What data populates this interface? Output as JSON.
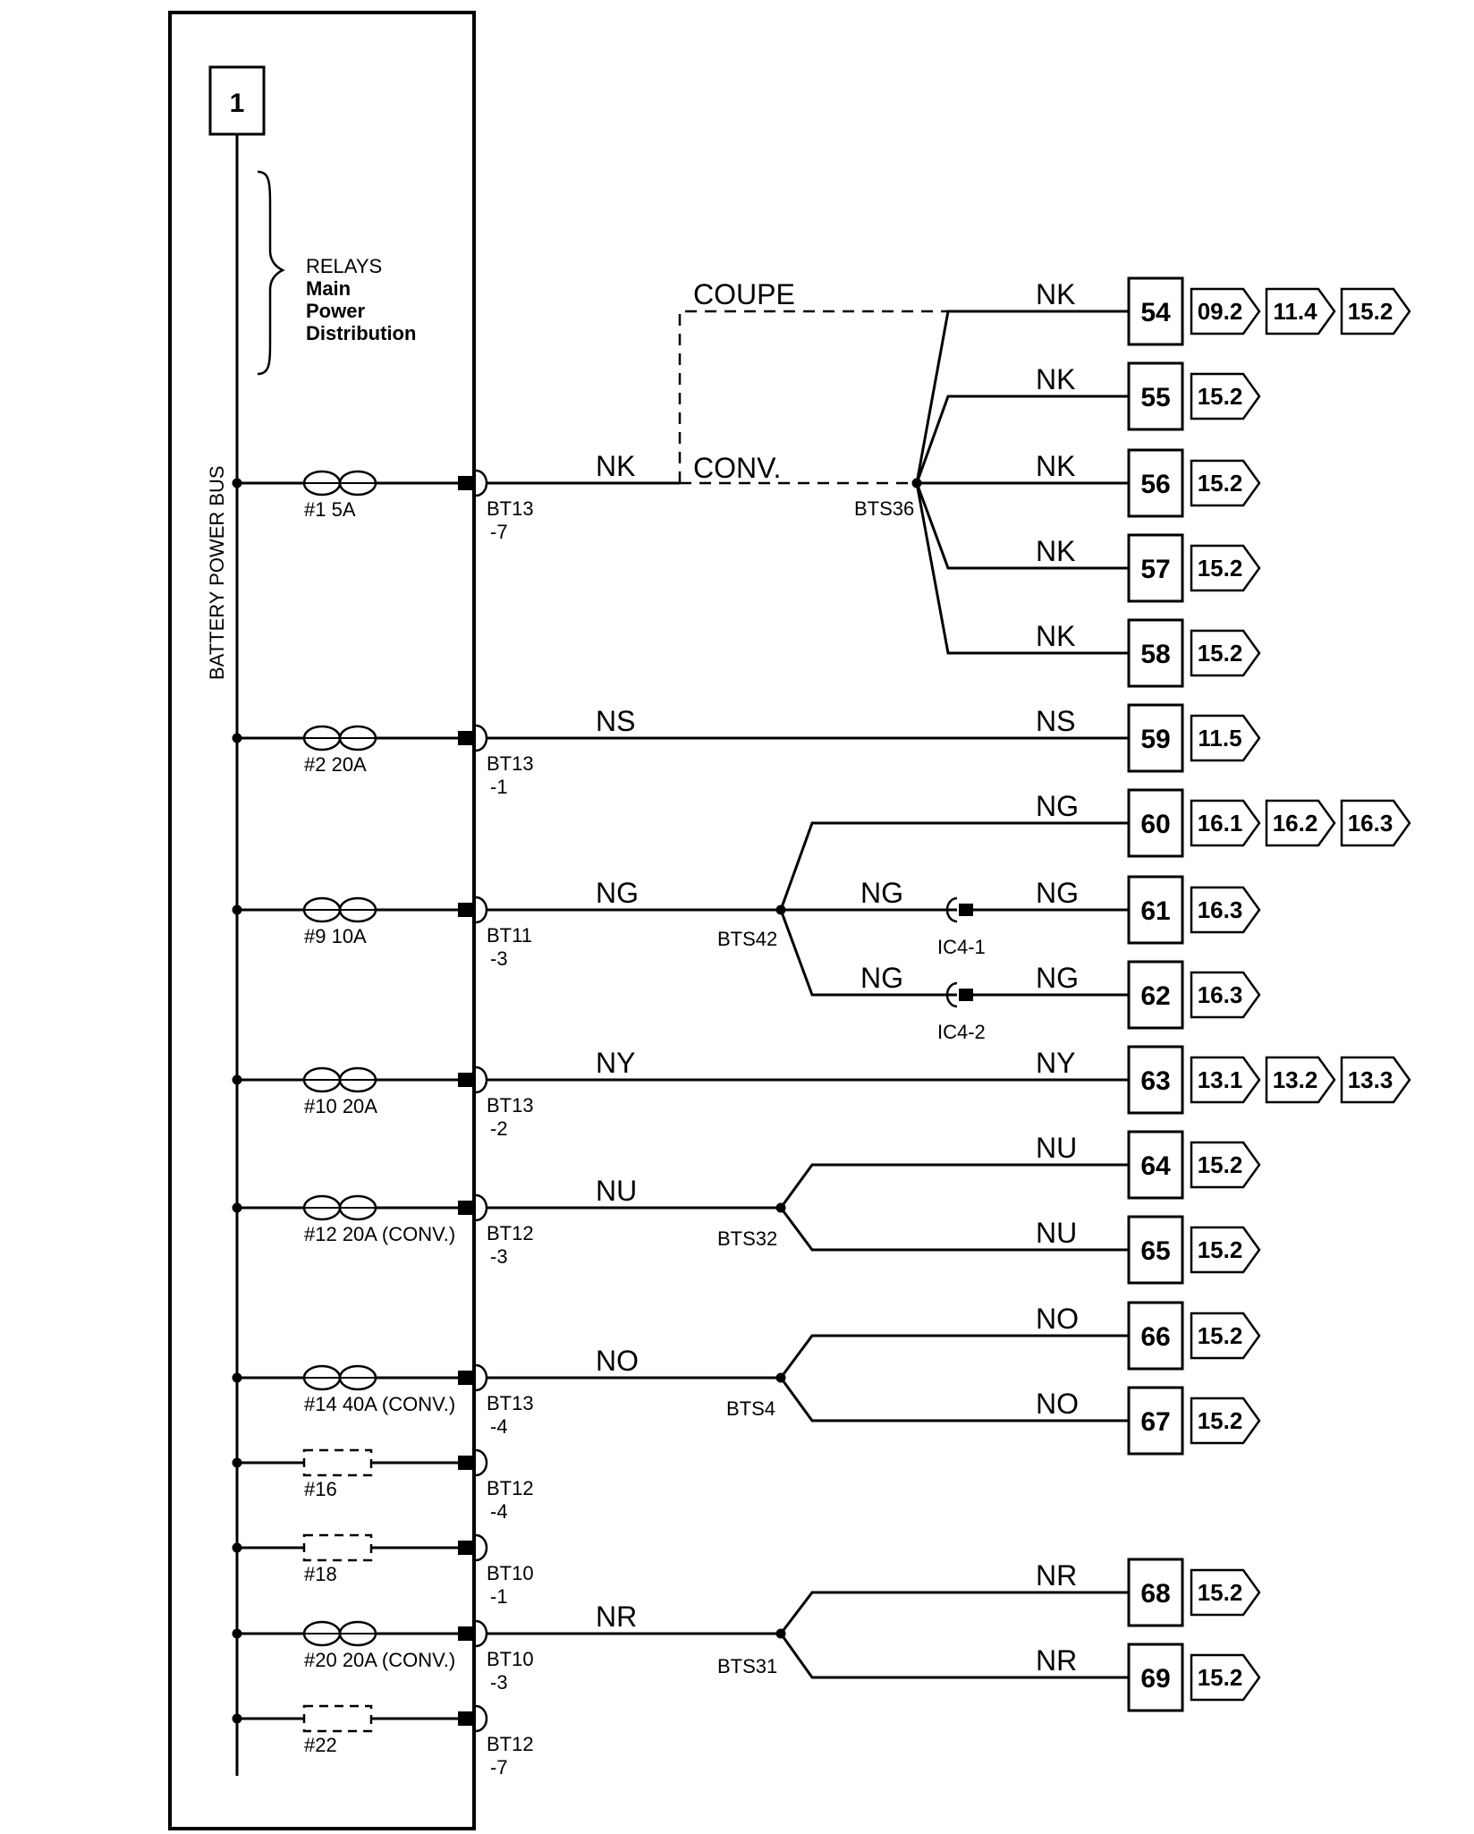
{
  "bus": {
    "box_number": "1",
    "label": "BATTERY POWER BUS",
    "relays": [
      "RELAYS",
      "Main",
      "Power",
      "Distribution"
    ]
  },
  "variants": {
    "coupe": "COUPE",
    "conv": "CONV."
  },
  "fuses": [
    {
      "id": "f1",
      "label": "#1 5A",
      "type": "fuse",
      "conn": [
        "BT13",
        "-7"
      ],
      "wire": "NK"
    },
    {
      "id": "f2",
      "label": "#2 20A",
      "type": "fuse",
      "conn": [
        "BT13",
        "-1"
      ],
      "wire": "NS"
    },
    {
      "id": "f9",
      "label": "#9 10A",
      "type": "fuse",
      "conn": [
        "BT11",
        "-3"
      ],
      "wire": "NG"
    },
    {
      "id": "f10",
      "label": "#10 20A",
      "type": "fuse",
      "conn": [
        "BT13",
        "-2"
      ],
      "wire": "NY"
    },
    {
      "id": "f12",
      "label": "#12 20A (CONV.)",
      "type": "fuse",
      "conn": [
        "BT12",
        "-3"
      ],
      "wire": "NU"
    },
    {
      "id": "f14",
      "label": "#14 40A (CONV.)",
      "type": "fuse",
      "conn": [
        "BT13",
        "-4"
      ],
      "wire": "NO"
    },
    {
      "id": "f16",
      "label": "#16",
      "type": "empty",
      "conn": [
        "BT12",
        "-4"
      ],
      "wire": ""
    },
    {
      "id": "f18",
      "label": "#18",
      "type": "empty",
      "conn": [
        "BT10",
        "-1"
      ],
      "wire": ""
    },
    {
      "id": "f20",
      "label": "#20 20A (CONV.)",
      "type": "fuse",
      "conn": [
        "BT10",
        "-3"
      ],
      "wire": "NR"
    },
    {
      "id": "f22",
      "label": "#22",
      "type": "empty",
      "conn": [
        "BT12",
        "-7"
      ],
      "wire": ""
    }
  ],
  "splices": [
    "BTS36",
    "BTS42",
    "BTS32",
    "BTS4",
    "BTS31"
  ],
  "inline_connectors": [
    "IC4-1",
    "IC4-2"
  ],
  "outputs": [
    {
      "num": "54",
      "wire": "NK",
      "refs": [
        "09.2",
        "11.4",
        "15.2"
      ]
    },
    {
      "num": "55",
      "wire": "NK",
      "refs": [
        "15.2"
      ]
    },
    {
      "num": "56",
      "wire": "NK",
      "refs": [
        "15.2"
      ]
    },
    {
      "num": "57",
      "wire": "NK",
      "refs": [
        "15.2"
      ]
    },
    {
      "num": "58",
      "wire": "NK",
      "refs": [
        "15.2"
      ]
    },
    {
      "num": "59",
      "wire": "NS",
      "refs": [
        "11.5"
      ]
    },
    {
      "num": "60",
      "wire": "NG",
      "refs": [
        "16.1",
        "16.2",
        "16.3"
      ]
    },
    {
      "num": "61",
      "wire": "NG",
      "refs": [
        "16.3"
      ],
      "mid_wire": "NG"
    },
    {
      "num": "62",
      "wire": "NG",
      "refs": [
        "16.3"
      ],
      "mid_wire": "NG"
    },
    {
      "num": "63",
      "wire": "NY",
      "refs": [
        "13.1",
        "13.2",
        "13.3"
      ]
    },
    {
      "num": "64",
      "wire": "NU",
      "refs": [
        "15.2"
      ]
    },
    {
      "num": "65",
      "wire": "NU",
      "refs": [
        "15.2"
      ]
    },
    {
      "num": "66",
      "wire": "NO",
      "refs": [
        "15.2"
      ]
    },
    {
      "num": "67",
      "wire": "NO",
      "refs": [
        "15.2"
      ]
    },
    {
      "num": "68",
      "wire": "NR",
      "refs": [
        "15.2"
      ]
    },
    {
      "num": "69",
      "wire": "NR",
      "refs": [
        "15.2"
      ]
    }
  ]
}
